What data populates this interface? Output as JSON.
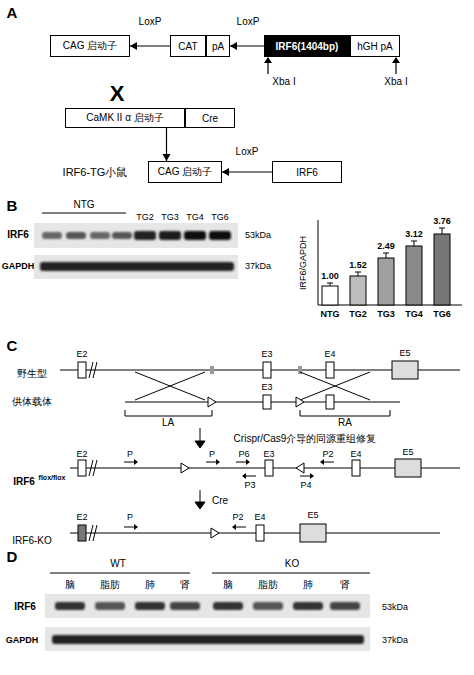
{
  "diagram": {
    "nodes": [
      {
        "text": [
          "CAG 启动子"
        ]
      },
      {
        "text": [
          "CAT"
        ]
      },
      {
        "text": [
          "pA"
        ]
      },
      {
        "text": [
          "IRF6(1404bp)"
        ]
      },
      {
        "text": [
          "hGH pA"
        ]
      },
      {
        "text": [
          "CaMK II α 启动子"
        ]
      },
      {
        "text": [
          "Cre"
        ]
      },
      {
        "text": [
          "CAG 启动子"
        ]
      },
      {
        "text": [
          "IRF6"
        ]
      }
    ],
    "edges": [
      {
        "from": 1,
        "to": 0,
        "arrow": "to"
      },
      {
        "from": 3,
        "to": 2,
        "arrow": "to"
      },
      {
        "from": 5,
        "to": 7,
        "arrow": "to"
      },
      {
        "from": 8,
        "to": 7,
        "arrow": "to"
      }
    ],
    "labels": [
      "A",
      "LoxP",
      "LoxP",
      "Xba I",
      "Xba I",
      "X",
      "LoxP",
      "IRF6-TG小鼠",
      "B",
      "NTG",
      "TG2",
      "TG3",
      "TG4",
      "TG6",
      "IRF6",
      "GAPDH",
      "53kDa",
      "37kDa",
      "IRF6/GAPDH",
      "1.00",
      "1.52",
      "2.49",
      "3.12",
      "3.76",
      "NTG",
      "TG2",
      "TG3",
      "TG4",
      "TG6",
      "C",
      "E2",
      "E3",
      "E4",
      "E5",
      "野生型",
      "供体载体",
      "LA",
      "RA",
      "E3",
      "Crispr/Cas9介导的同源重组修复",
      "E2",
      "P",
      "P",
      "P6",
      "E3",
      "P3",
      "P4",
      "P2",
      "E4",
      "E5",
      "IRF6",
      "flox/flox",
      "Cre",
      "IRF6-KO",
      "E2",
      "P",
      "P2",
      "E4",
      "E5",
      "D",
      "WT",
      "KO",
      "脑",
      "脂肪",
      "肺",
      "肾",
      "脑",
      "脂肪",
      "肺",
      "肾",
      "IRF6",
      "GAPDH",
      "53kDa",
      "37kDa"
    ]
  }
}
